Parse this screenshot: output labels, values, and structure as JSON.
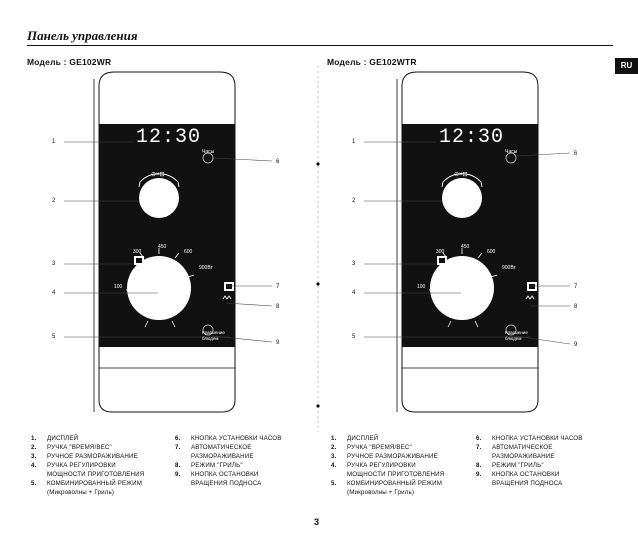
{
  "header": {
    "title": "Панель управления",
    "lang_tab": "RU"
  },
  "left": {
    "model": "Модель : GE102WR",
    "display_time": "12:30",
    "clock_label": "Часы",
    "callouts": [
      "1",
      "2",
      "3",
      "4",
      "5",
      "6",
      "7",
      "8",
      "9"
    ],
    "dial_top_label": "⊙×⊡",
    "power_marks": [
      "100",
      "300",
      "450",
      "600",
      "900Вт"
    ],
    "bottom_label": "Крагшение блюдем"
  },
  "right": {
    "model": "Модель : GE102WTR",
    "display_time": "12:30",
    "clock_label": "Часы",
    "callouts": [
      "1",
      "2",
      "3",
      "4",
      "5",
      "6",
      "7",
      "8",
      "9"
    ],
    "dial_top_label": "⊙×⊡",
    "power_marks": [
      "100",
      "300",
      "450",
      "600",
      "900Вт"
    ],
    "bottom_label": "Крагшение блюдем"
  },
  "legend_col1": [
    {
      "n": "1.",
      "t": "ДИСПЛЕЙ"
    },
    {
      "n": "2.",
      "t": "РУЧКА \"ВРЕМЯ/ВЕС\""
    },
    {
      "n": "3.",
      "t": "РУЧНОЕ РАЗМОРАЖИВАНИЕ"
    },
    {
      "n": "4.",
      "t": "РУЧКА РЕГУЛИРОВКИ\nМОЩНОСТИ ПРИГОТОВЛЕНИЯ"
    },
    {
      "n": "5.",
      "t": "КОМБИНИРОВАННЫЙ РЕЖИМ\n(Микроволны + Гриль)"
    }
  ],
  "legend_col2": [
    {
      "n": "6.",
      "t": "КНОПКА УСТАНОВКИ ЧАСОВ"
    },
    {
      "n": "7.",
      "t": "АВТОМАТИЧЕСКОЕ\nРАЗМОРАЖИВАНИЕ"
    },
    {
      "n": "8.",
      "t": "РЕЖИМ \"ГРИЛЬ\""
    },
    {
      "n": "9.",
      "t": "КНОПКА ОСТАНОВКИ\nВРАЩЕНИЯ ПОДНОСА"
    }
  ],
  "page_number": "3"
}
